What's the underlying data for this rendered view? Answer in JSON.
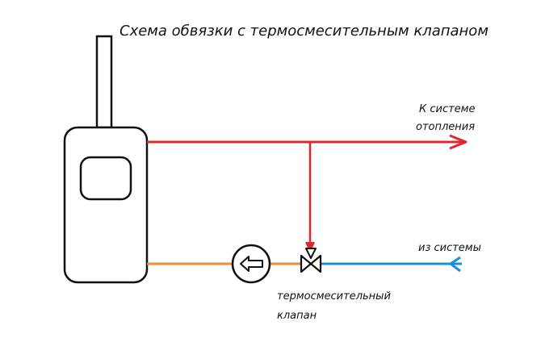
{
  "title": "Схема обвязки с термосмесительным клапаном",
  "labels": {
    "to_system_line1": "К системе",
    "to_system_line2": "отопления",
    "from_system": "из системы",
    "valve_line1": "термосмесительный",
    "valve_line2": "клапан"
  },
  "colors": {
    "supply": "#e0262e",
    "return_boiler_side": "#f08a3a",
    "return_system_side": "#1a8fd8",
    "outline": "#111111"
  },
  "icons": {
    "pump": "pump-icon",
    "valve": "mixing-valve-icon"
  }
}
